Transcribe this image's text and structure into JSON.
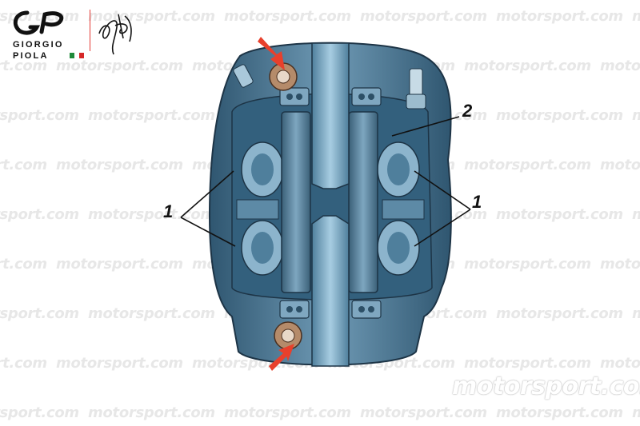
{
  "watermark": {
    "text": "motorsport.com"
  },
  "credit": {
    "name_line1": "GIORGIO",
    "name_line2": "PIOLA",
    "flag_colors": [
      "#1f8a3a",
      "#ffffff",
      "#d62828"
    ]
  },
  "labels": {
    "pistons_left": "1",
    "pistons_right": "1",
    "brake_pad": "2"
  },
  "colors": {
    "caliper_dark": "#2c4f66",
    "caliper_mid": "#4f7f9c",
    "caliper_light": "#9cc3d9",
    "pad_yellow": "#f2e51a",
    "arrow_red": "#e8402c",
    "bolt_bronze": "#b58b6a"
  },
  "corner_watermark": {
    "text": "motorsport.com"
  }
}
